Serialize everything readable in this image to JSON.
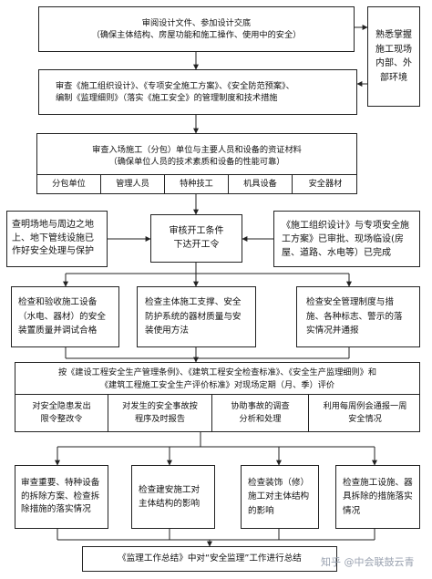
{
  "top": {
    "line1": "审阅设计文件、参加设计交底",
    "line2": "（确保主体结构、房屋功能和施工操作、使用中的安全）"
  },
  "side": {
    "text": "熟悉掌握施工现场内部、外部环境"
  },
  "review": {
    "line1": "审查《施工组织设计》、《专项安全施工方案》、《安全防范预案》、",
    "line2": "编制《监理细则》（落实《施工安全》的管理制度和技术措施"
  },
  "entry": {
    "line1": "审查入场施工（分包）单位与主要人员和设备的资证材料",
    "line2": "（确保单位人员的技术素质和设备的性能可靠）",
    "cells": [
      "分包单位",
      "管理人员",
      "特种技工",
      "机具设备",
      "安全器材"
    ]
  },
  "mid_left": {
    "text": "查明场地与周边之地上、地下管线设施已作好安全处理与保护"
  },
  "mid_center": {
    "line1": "审核开工条件",
    "line2": "下达开工令"
  },
  "mid_right": {
    "text": "《施工组织设计》与专项安全施工方案》已审批、现场临设(房屋、道路、水电等）已完成"
  },
  "check": [
    "检查和验收施工设备（水电、器材）的安全装置质量并调试合格",
    "检查主体施工支撑、安全防护系统的器材质量与安装使用方法",
    "检查安全管理制度与措施、各种标志、警示的落实情况并通报"
  ],
  "eval": {
    "line1": "按《建设工程安全生产管理条例》、《建筑工程安全检查标准》、《安全生产监理细则》和",
    "line2": "《建筑工程施工安全生产评价标准》对现场定期（月、季）评价",
    "cells": [
      "对安全隐患发出限令整改令",
      "对发生的安全事故按程序及时报告",
      "协助事故的调查分析和处理",
      "利用每周例会通报一周安全情况"
    ]
  },
  "bottom_checks": [
    "审查重要、特种设备的拆除方案、检查拆除措施的落实情况",
    "检查建安施工对主体结构的影响",
    "检查装饰（修）施工对主体结构的影响",
    "检查施工设施、器具拆除的措施落实情况"
  ],
  "final": {
    "text": "《监理工作总结》中对“安全监理”工作进行总结"
  },
  "watermark": "知乎 @中会联鼓云青"
}
